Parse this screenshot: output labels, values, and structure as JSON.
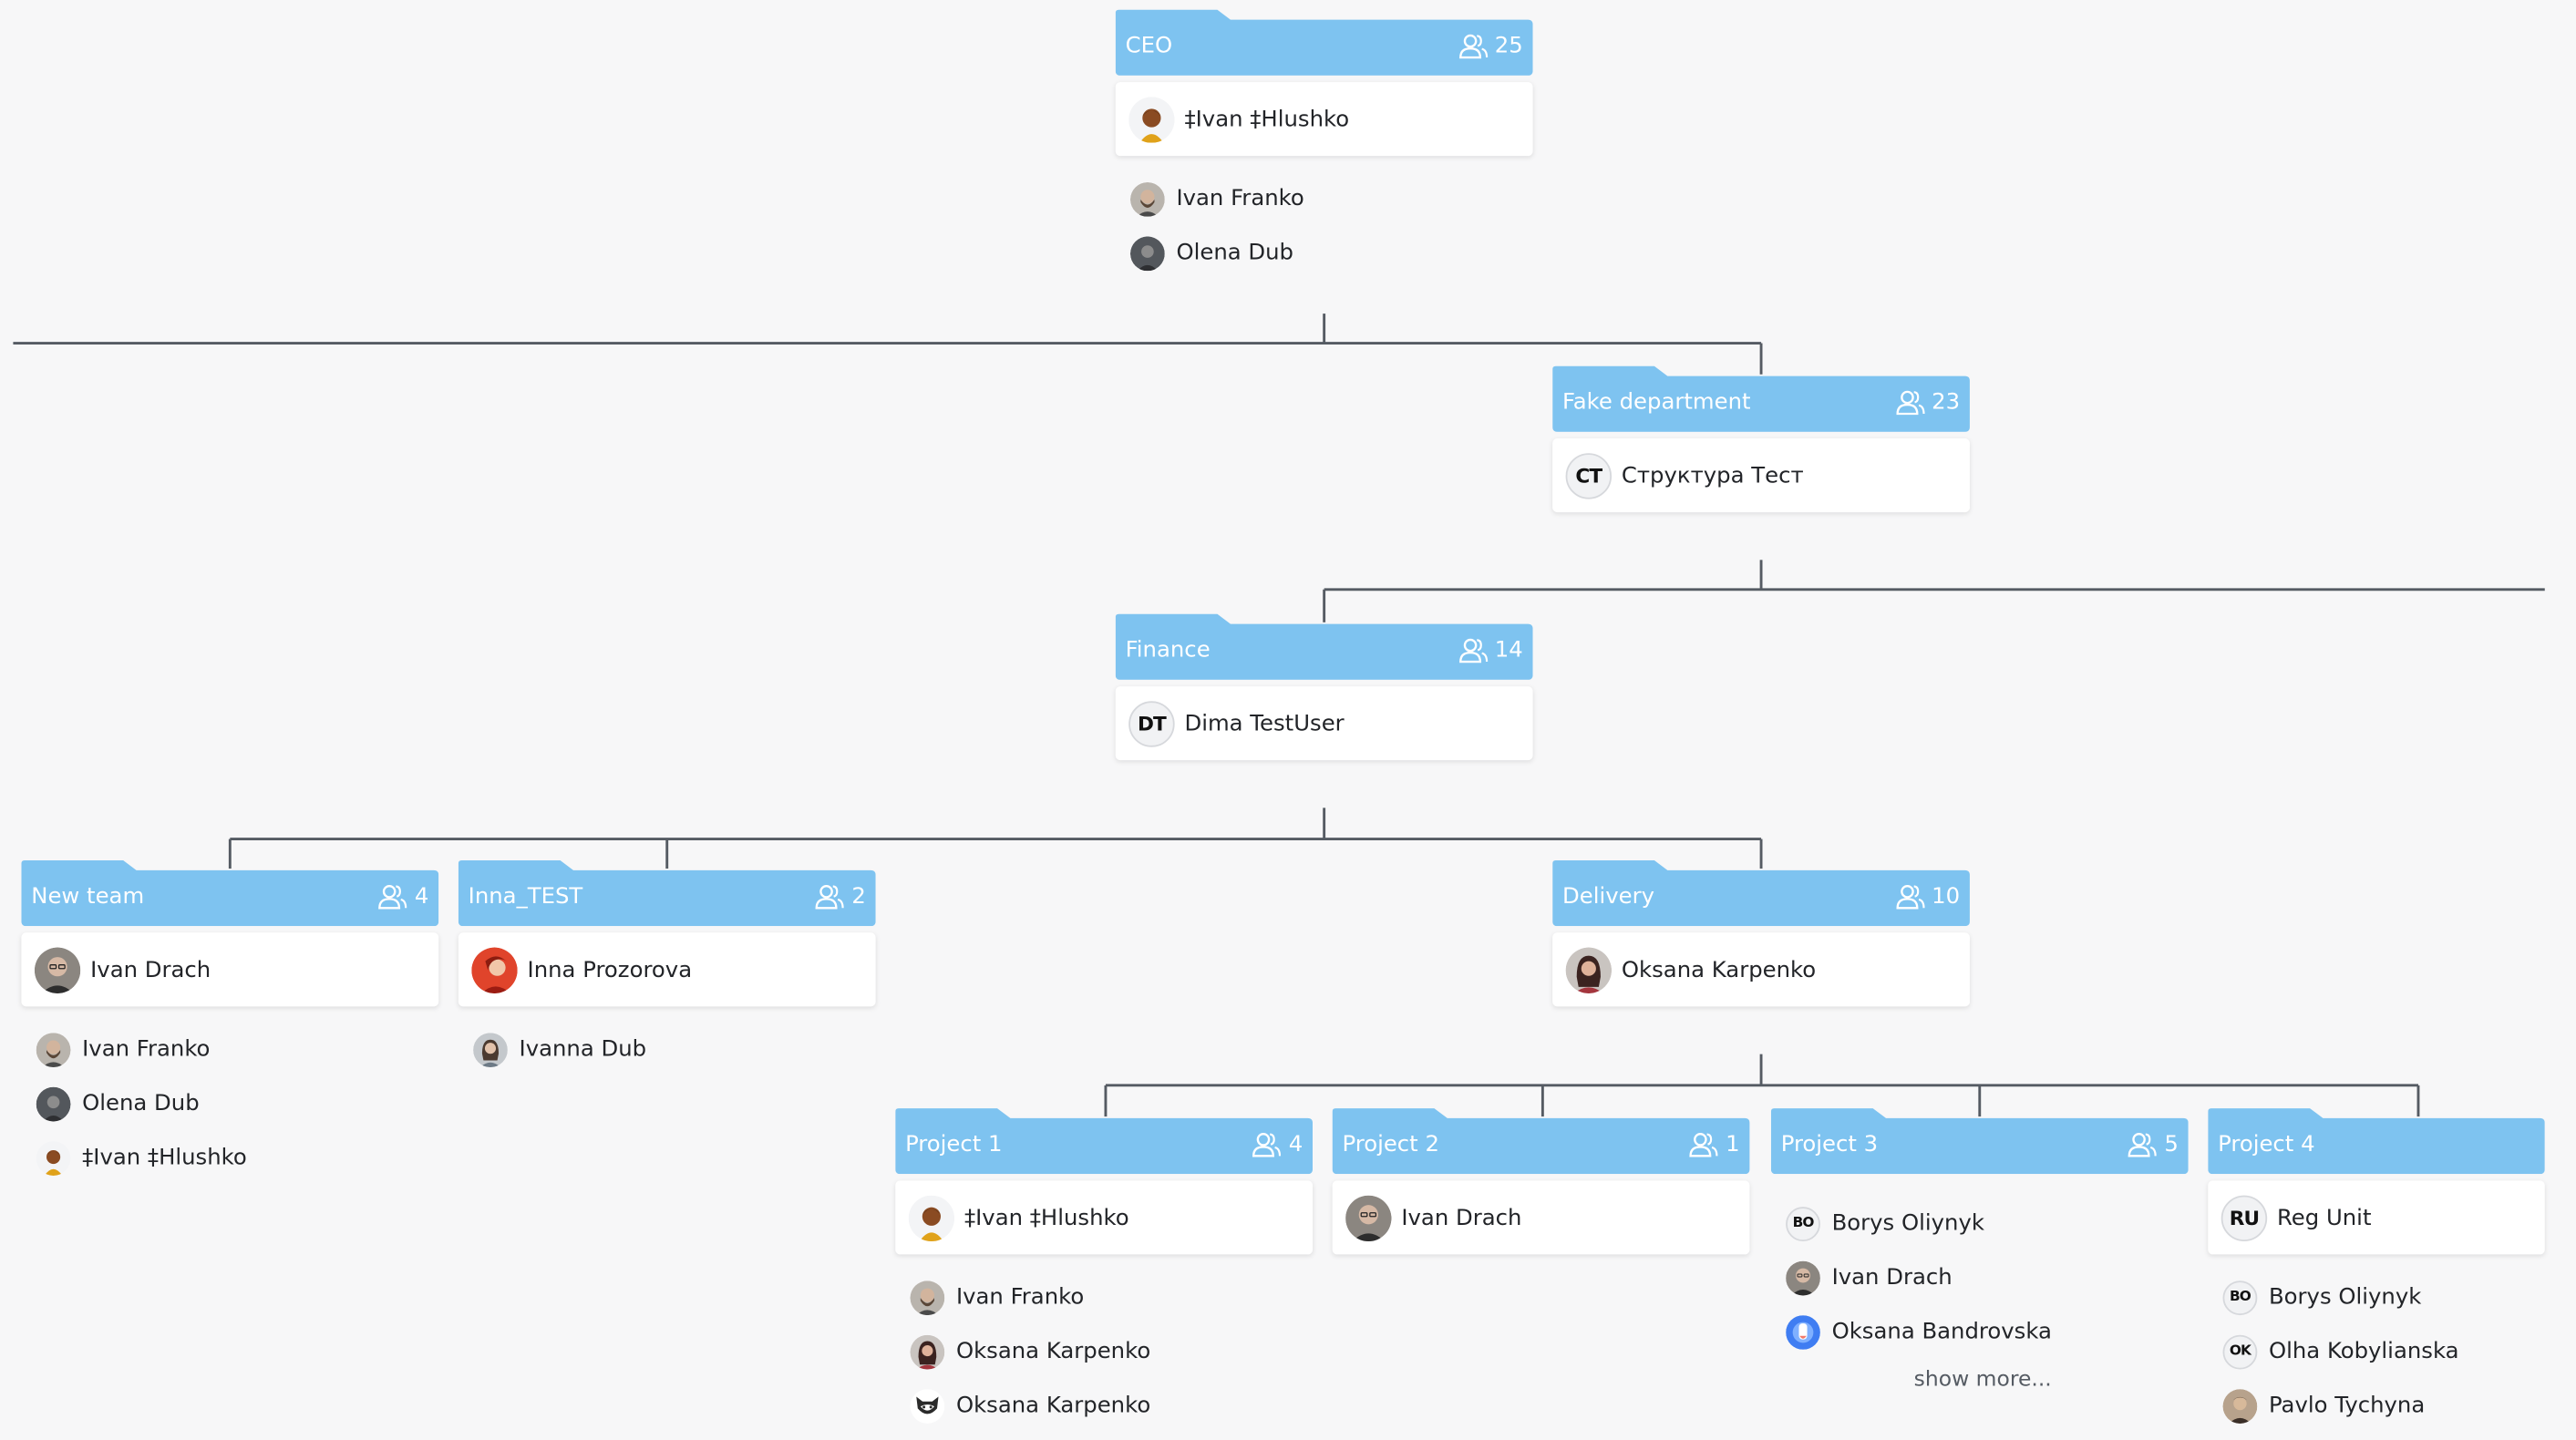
{
  "colors": {
    "header_fill": "#7ec3f0",
    "connector": "#555b63",
    "background": "#f7f7f8",
    "card": "#ffffff"
  },
  "icons": {
    "member_count": "people-icon"
  },
  "nodes": {
    "ceo": {
      "title": "CEO",
      "count": "25",
      "manager": {
        "name": "‡Ivan ‡Hlushko",
        "avatar": "cartoon-man-avatar"
      },
      "members": [
        {
          "name": "Ivan Franko",
          "avatar": "photo-man-beard"
        },
        {
          "name": "Olena Dub",
          "avatar": "photo-dark"
        }
      ]
    },
    "fake_department": {
      "title": "Fake department",
      "count": "23",
      "manager": {
        "name": "Структура Тест",
        "initials": "CT"
      },
      "members": []
    },
    "finance": {
      "title": "Finance",
      "count": "14",
      "manager": {
        "name": "Dima TestUser",
        "initials": "DT"
      },
      "members": []
    },
    "new_team": {
      "title": "New team",
      "count": "4",
      "manager": {
        "name": "Ivan Drach",
        "avatar": "photo-man-glasses"
      },
      "members": [
        {
          "name": "Ivan Franko",
          "avatar": "photo-man-beard"
        },
        {
          "name": "Olena Dub",
          "avatar": "photo-dark"
        },
        {
          "name": "‡Ivan ‡Hlushko",
          "avatar": "cartoon-man-avatar"
        }
      ]
    },
    "inna_test": {
      "title": "Inna_TEST",
      "count": "2",
      "manager": {
        "name": "Inna Prozorova",
        "avatar": "photo-red"
      },
      "members": [
        {
          "name": "Ivanna Dub",
          "avatar": "photo-woman"
        }
      ]
    },
    "delivery": {
      "title": "Delivery",
      "count": "10",
      "manager": {
        "name": "Oksana Karpenko",
        "avatar": "photo-woman-dark"
      },
      "members": []
    },
    "project1": {
      "title": "Project 1",
      "count": "4",
      "manager": {
        "name": "‡Ivan ‡Hlushko",
        "avatar": "cartoon-man-avatar"
      },
      "members": [
        {
          "name": "Ivan Franko",
          "avatar": "photo-man-beard"
        },
        {
          "name": "Oksana Karpenko",
          "avatar": "photo-woman-dark"
        },
        {
          "name": "Oksana Karpenko",
          "avatar": "raccoon-avatar"
        }
      ]
    },
    "project2": {
      "title": "Project 2",
      "count": "1",
      "manager": {
        "name": "Ivan Drach",
        "avatar": "photo-man-glasses"
      },
      "members": []
    },
    "project3": {
      "title": "Project 3",
      "count": "5",
      "manager": null,
      "members": [
        {
          "name": "Borys Oliynyk",
          "initials": "BO"
        },
        {
          "name": "Ivan Drach",
          "avatar": "photo-man-glasses"
        },
        {
          "name": "Oksana Bandrovska",
          "avatar": "blue-avatar"
        }
      ],
      "show_more": "show more..."
    },
    "project4": {
      "title": "Project 4",
      "count": "",
      "manager": {
        "name": "Reg Unit",
        "initials": "RU"
      },
      "members": [
        {
          "name": "Borys Oliynyk",
          "initials": "BO"
        },
        {
          "name": "Olha Kobylianska",
          "initials": "OK"
        },
        {
          "name": "Pavlo Tychyna",
          "avatar": "photo-man-vintage"
        }
      ]
    }
  }
}
